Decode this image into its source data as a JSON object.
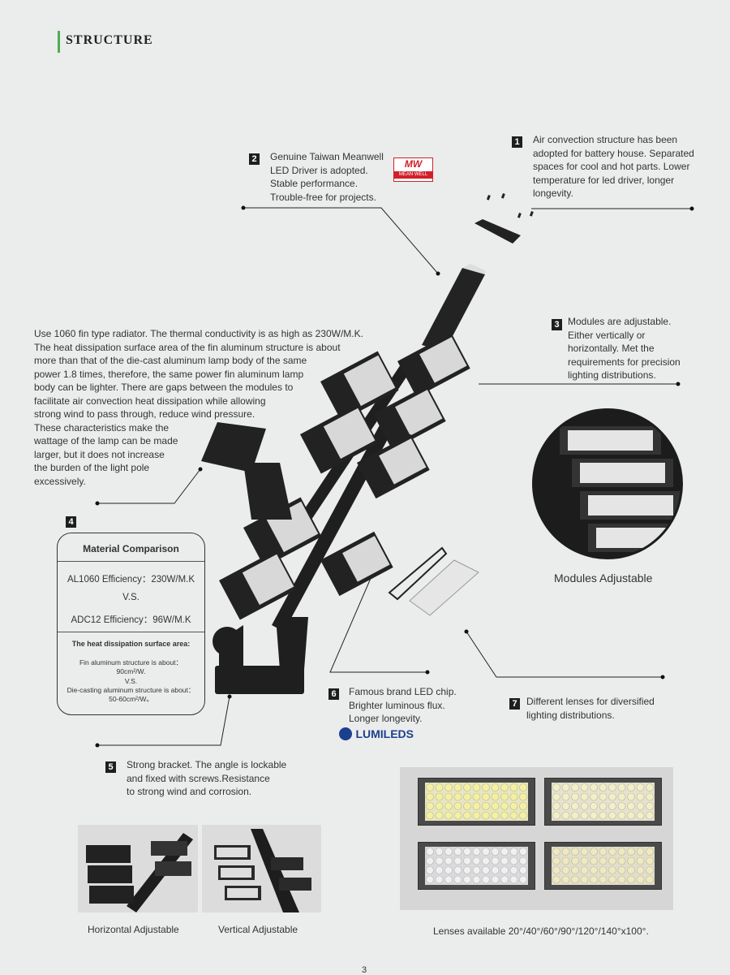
{
  "header": {
    "title": "STRUCTURE"
  },
  "callouts": {
    "c1": {
      "num": "1",
      "text": "Air convection structure has been\nadopted for battery house. Separated\nspaces for cool and hot parts. Lower\ntemperature for led driver, longer\nlongevity."
    },
    "c2": {
      "num": "2",
      "text": "Genuine Taiwan Meanwell\nLED Driver is adopted.\nStable performance.\nTrouble-free for projects.",
      "logo_text": "MEAN WELL",
      "logo_mark": "MW"
    },
    "c3": {
      "num": "3",
      "text": "Modules are adjustable.\nEither vertically or\nhorizontally. Met the\nrequirements for precision\nlighting distributions."
    },
    "radiator": {
      "text": "Use 1060 fin type radiator. The thermal conductivity is as high as 230W/M.K.\nThe heat dissipation surface area of the fin aluminum structure is about\nmore than that of the die-cast aluminum lamp body of the same\npower 1.8 times, therefore, the same power fin aluminum lamp\nbody can be lighter. There are gaps between the modules to\nfacilitate air convection heat dissipation while allowing\nstrong wind to pass through, reduce wind pressure.\nThese characteristics make the\nwattage of the lamp can be made\nlarger, but it does not increase\nthe burden of the light pole\nexcessively."
    },
    "c4": {
      "num": "4"
    },
    "c5": {
      "num": "5",
      "text": "Strong bracket. The angle is lockable\nand fixed with screws.Resistance\nto strong wind and corrosion."
    },
    "c6": {
      "num": "6",
      "text": "Famous brand LED chip.\nBrighter luminous flux.\nLonger longevity.",
      "logo_text": "LUMILEDS"
    },
    "c7": {
      "num": "7",
      "text": "Different lenses for diversified\nlighting distributions."
    }
  },
  "material": {
    "title": "Material Comparison",
    "al": "AL1060 Efficiency：230W/M.K",
    "vs": "V.S.",
    "adc": "ADC12 Efficiency：96W/M.K",
    "surface_title": "The heat dissipation surface area:",
    "fin": "Fin aluminum structure is about：\n90cm²/W.",
    "vs2": "V.S.",
    "die": "Die-casting aluminum structure is about：\n50-60cm²/W。"
  },
  "captions": {
    "modules": "Modules Adjustable",
    "horizontal": "Horizontal Adjustable",
    "vertical": "Vertical Adjustable",
    "lenses": "Lenses available 20°/40°/60°/90°/120°/140°x100°."
  },
  "footer": {
    "page": "3"
  },
  "colors": {
    "accent": "#4caf50",
    "meanwell_red": "#d0202a",
    "lumileds_blue": "#1d3f8f"
  }
}
